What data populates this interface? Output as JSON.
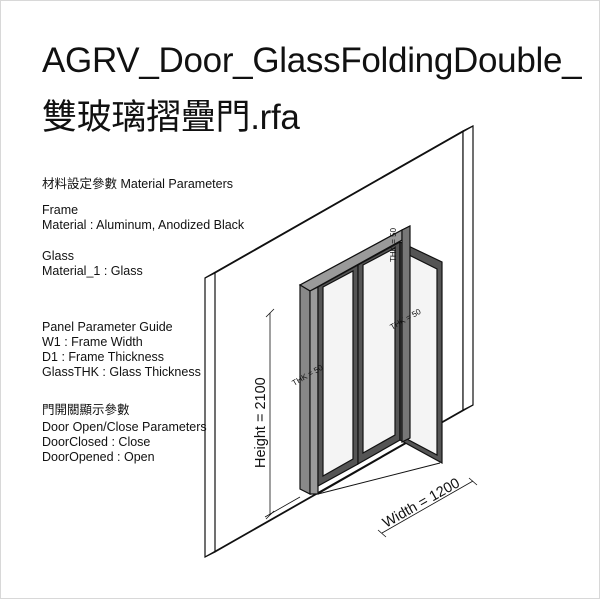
{
  "title": {
    "line1": "AGRV_Door_GlassFoldingDouble_",
    "line2": "雙玻璃摺疊門.rfa"
  },
  "material_section": {
    "heading": "材料設定參數 Material Parameters",
    "frame_label": "Frame",
    "frame_material": "Material : Aluminum, Anodized Black",
    "glass_label": "Glass",
    "glass_material": "Material_1 : Glass"
  },
  "panel_section": {
    "heading": "Panel Parameter Guide",
    "w1": "W1 : Frame Width",
    "d1": "D1 : Frame Thickness",
    "glassthk": "GlassTHK : Glass Thickness"
  },
  "door_section": {
    "heading_zh": "門開關顯示參數",
    "heading_en": "Door Open/Close Parameters",
    "closed": "DoorClosed : Close",
    "opened": "DoorOpened : Open"
  },
  "dimensions": {
    "height": "Height = 2100",
    "width": "Width = 1200",
    "thk_top": "THK = 50",
    "thk_mid": "THK = 50",
    "thk_left": "THK = 50"
  },
  "colors": {
    "line": "#111111",
    "frame_fill": "#9a9a9a",
    "frame_dark": "#555555",
    "glass": "#f4f4f4"
  }
}
